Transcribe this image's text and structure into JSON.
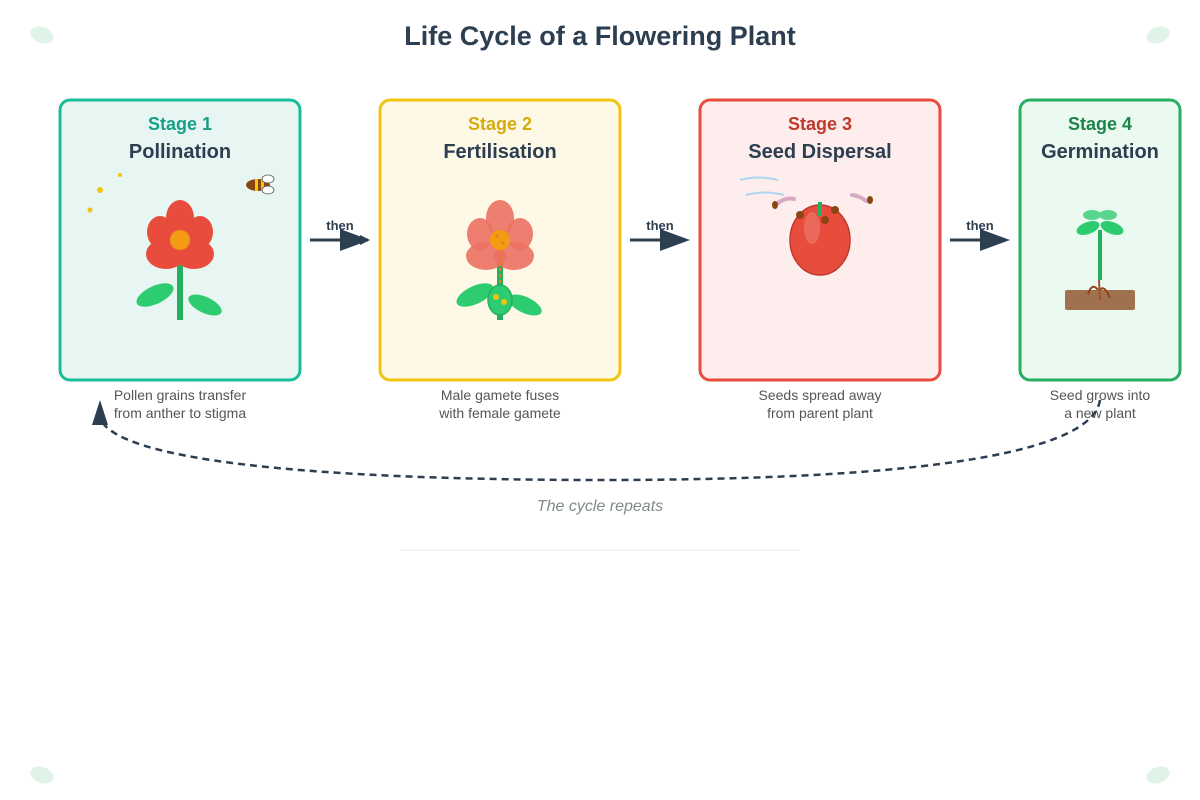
{
  "title": "Life Cycle of a Flowering Plant",
  "connector_label": "then",
  "cycle_label": "The cycle repeats",
  "stages": [
    {
      "number": "Stage 1",
      "name": "Pollination",
      "desc_line1": "Pollen grains transfer",
      "desc_line2": "from anther to stigma",
      "border_color": "#1abc9c",
      "fill_color": "#e8f6f3",
      "number_color": "#16a085",
      "icon": "flower-with-bee-icon"
    },
    {
      "number": "Stage 2",
      "name": "Fertilisation",
      "desc_line1": "Male gamete fuses",
      "desc_line2": "with female gamete",
      "border_color": "#f1c40f",
      "fill_color": "#fef9e7",
      "number_color": "#d4ac0d",
      "icon": "fertilised-flower-icon"
    },
    {
      "number": "Stage 3",
      "name": "Seed Dispersal",
      "desc_line1": "Seeds spread away",
      "desc_line2": "from parent plant",
      "border_color": "#e74c3c",
      "fill_color": "#fdedec",
      "number_color": "#c0392b",
      "icon": "fruit-seeds-icon"
    },
    {
      "number": "Stage 4",
      "name": "Germination",
      "desc_line1": "Seed grows into",
      "desc_line2": "a new plant",
      "border_color": "#27ae60",
      "fill_color": "#eafaf1",
      "number_color": "#1e8449",
      "icon": "seedling-icon"
    }
  ]
}
